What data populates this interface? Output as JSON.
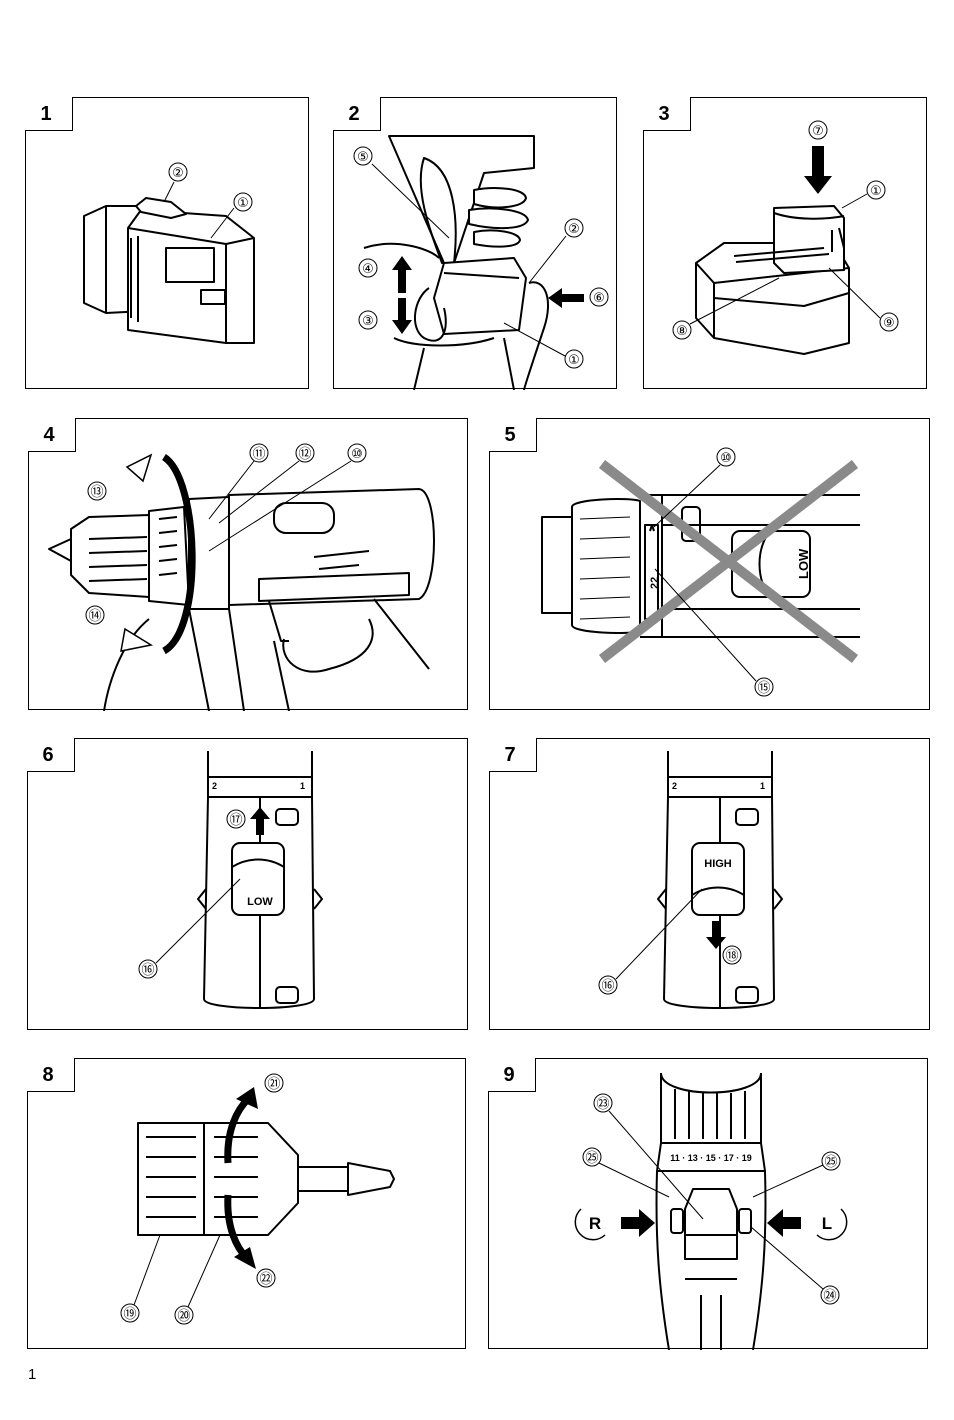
{
  "panels": [
    {
      "number": "1",
      "callouts": [
        "②",
        "①"
      ]
    },
    {
      "number": "2",
      "callouts": [
        "⑤",
        "②",
        "④",
        "⑥",
        "③",
        "①"
      ]
    },
    {
      "number": "3",
      "callouts": [
        "⑦",
        "①",
        "⑧",
        "⑨"
      ]
    },
    {
      "number": "4",
      "callouts": [
        "⑪",
        "⑫",
        "⑩",
        "⑬",
        "⑭"
      ]
    },
    {
      "number": "5",
      "callouts": [
        "⑩",
        "⑮"
      ],
      "ring_number": "22",
      "switch_label": "LOW"
    },
    {
      "number": "6",
      "callouts": [
        "⑰",
        "⑯"
      ],
      "ring_left": "2",
      "ring_right": "1",
      "switch_label": "LOW"
    },
    {
      "number": "7",
      "callouts": [
        "⑯",
        "⑱"
      ],
      "ring_left": "2",
      "ring_right": "1",
      "switch_label": "HIGH"
    },
    {
      "number": "8",
      "callouts": [
        "㉑",
        "㉒",
        "⑲",
        "⑳"
      ]
    },
    {
      "number": "9",
      "callouts": [
        "㉓",
        "㉕",
        "㉕",
        "㉔"
      ],
      "scale": "11 · 13 · 15 · 17 · 19",
      "left_label": "R",
      "right_label": "L"
    }
  ],
  "page_number": "1"
}
